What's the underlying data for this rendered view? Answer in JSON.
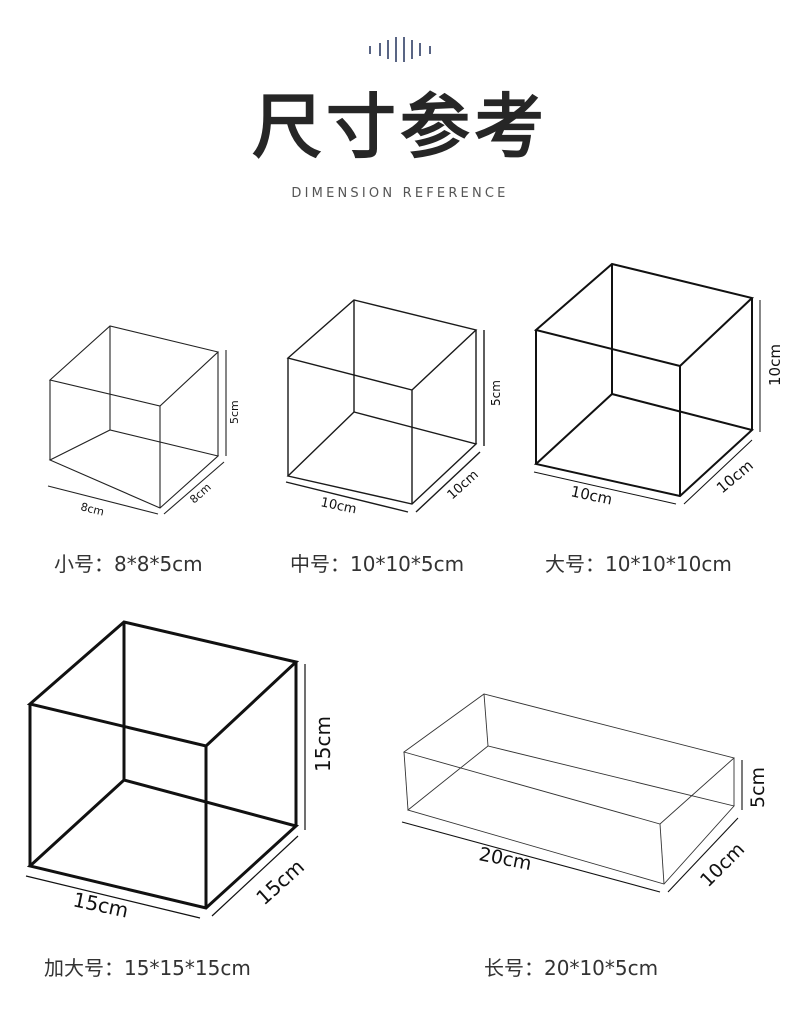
{
  "header": {
    "title": "尺寸参考",
    "subtitle": "DIMENSION REFERENCE"
  },
  "boxes": [
    {
      "size": "小号",
      "caption": "小号：8*8*5cm",
      "length": "8cm",
      "width": "8cm",
      "height": "5cm"
    },
    {
      "size": "中号",
      "caption": "中号：10*10*5cm",
      "length": "10cm",
      "width": "10cm",
      "height": "5cm"
    },
    {
      "size": "大号",
      "caption": "大号：10*10*10cm",
      "length": "10cm",
      "width": "10cm",
      "height": "10cm"
    },
    {
      "size": "加大号",
      "caption": "加大号：15*15*15cm",
      "length": "15cm",
      "width": "15cm",
      "height": "15cm"
    },
    {
      "size": "长号",
      "caption": "长号：20*10*5cm",
      "length": "20cm",
      "width": "10cm",
      "height": "5cm"
    }
  ],
  "colors": {
    "accent": "#2f3e66",
    "text": "#333333",
    "line": "#111111"
  }
}
